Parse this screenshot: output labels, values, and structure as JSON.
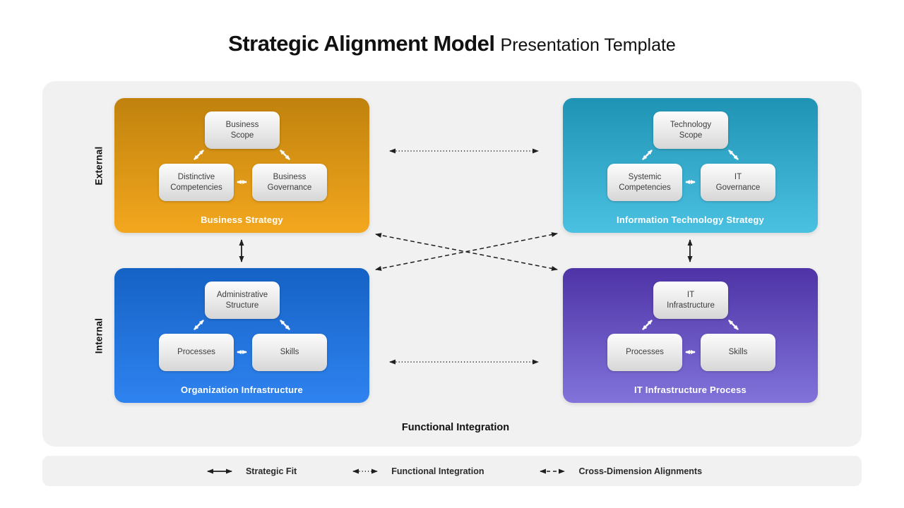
{
  "page_title": {
    "main": "Strategic Alignment Model",
    "sub": "Presentation Template"
  },
  "row_labels": {
    "external": "External",
    "internal": "Internal"
  },
  "functional_integration_label": "Functional Integration",
  "quadrants": [
    {
      "title": "Business Strategy",
      "apex": "Business\nScope",
      "left": "Distinctive\nCompetencies",
      "right": "Business\nGovernance",
      "color_from": "#c0820d",
      "color_to": "#f3a71e"
    },
    {
      "title": "Information Technology Strategy",
      "apex": "Technology\nScope",
      "left": "Systemic\nCompetencies",
      "right": "IT\nGovernance",
      "color_from": "#1f93b4",
      "color_to": "#4bc1e1"
    },
    {
      "title": "Organization Infrastructure",
      "apex": "Administrative\nStructure",
      "left": "Processes",
      "right": "Skills",
      "color_from": "#1562c5",
      "color_to": "#2f83f0"
    },
    {
      "title": "IT Infrastructure Process",
      "apex": "IT\nInfrastructure",
      "left": "Processes",
      "right": "Skills",
      "color_from": "#4e33a6",
      "color_to": "#8173da"
    }
  ],
  "legend": [
    {
      "label": "Strategic Fit",
      "style": "solid"
    },
    {
      "label": "Functional Integration",
      "style": "dotted"
    },
    {
      "label": "Cross-Dimension Alignments",
      "style": "dashed"
    }
  ],
  "colors": {
    "panel_bg": "#f1f1f2",
    "arrow": "#1f1f1f",
    "node_text": "#3d3d3d",
    "quadrant_title": "#ffffff"
  }
}
